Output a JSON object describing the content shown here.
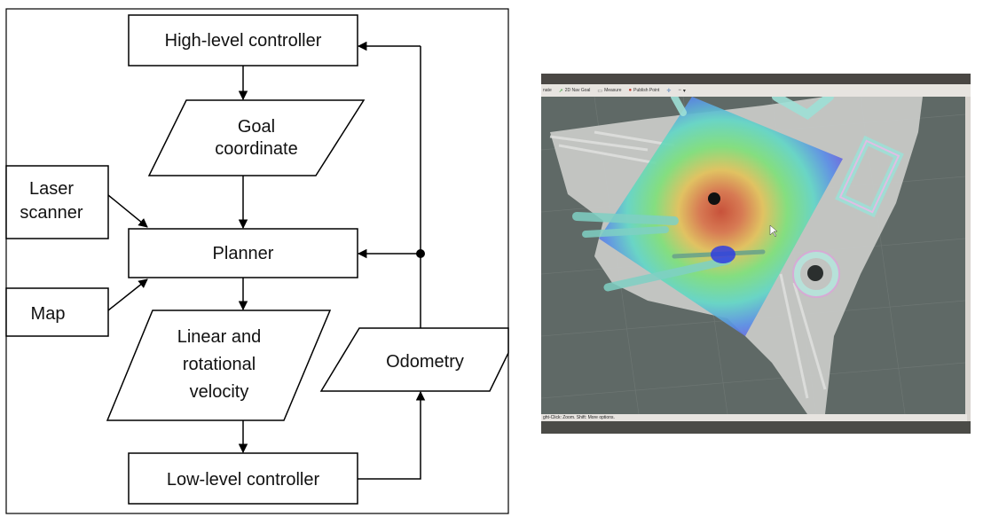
{
  "flowchart": {
    "high_level": "High-level controller",
    "goal": [
      "Goal",
      "coordinate"
    ],
    "laser": [
      "Laser",
      "scanner"
    ],
    "planner": "Planner",
    "map": "Map",
    "velocity": [
      "Linear and",
      "rotational",
      "velocity"
    ],
    "odometry": "Odometry",
    "low_level": "Low-level controller"
  },
  "rviz": {
    "toolbar": {
      "interact": "nate",
      "nav_goal": "2D Nav Goal",
      "measure": "Measure",
      "publish_point": "Publish Point"
    },
    "status_text": "ght-Click: Zoom. Shift: More options."
  },
  "colors": {
    "rviz_background": "#5f6966",
    "free_space": "#c7c9c6",
    "inflation": "#7fd0c3",
    "cost_high": "#e0593b",
    "cost_low": "#6b3ddb"
  }
}
